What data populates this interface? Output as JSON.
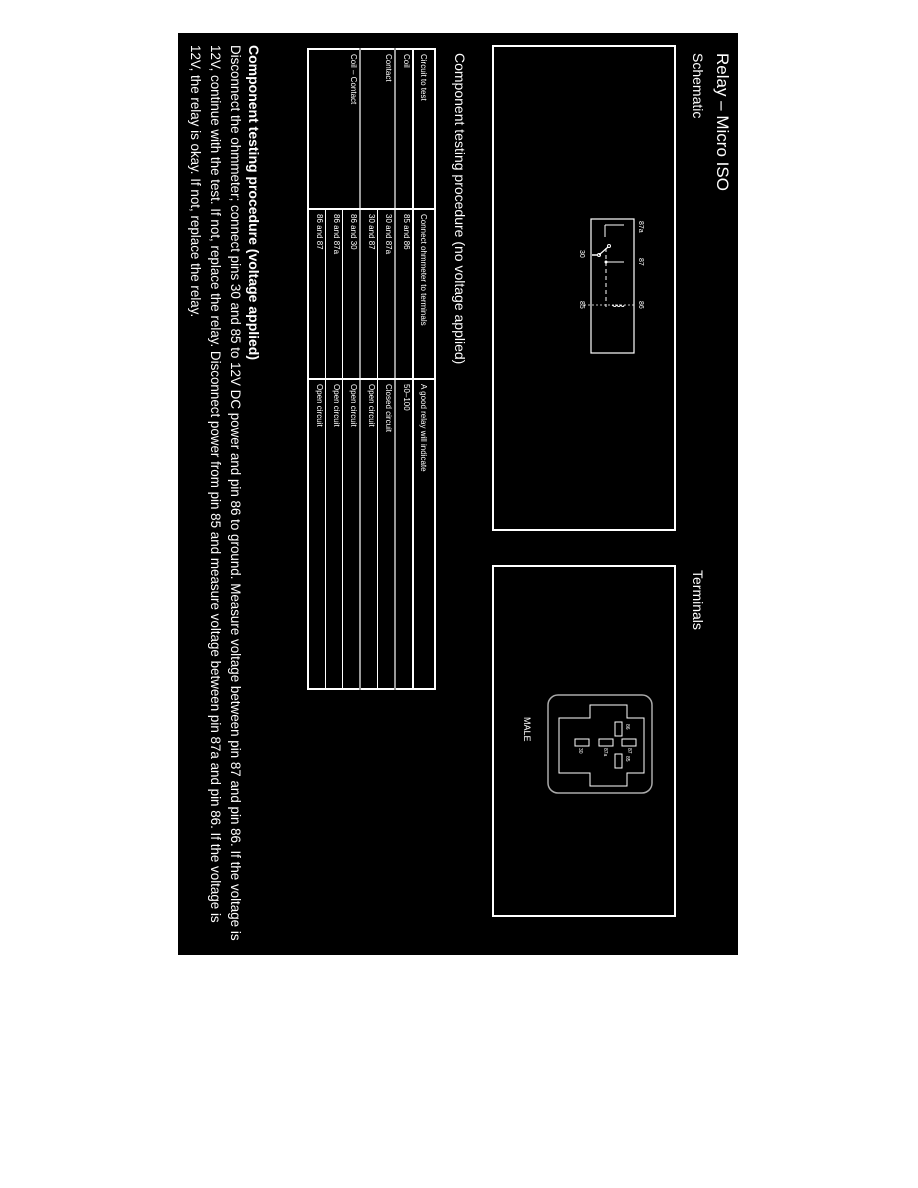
{
  "page": {
    "title": "Relay – Micro ISO",
    "orientation": "rotated 90° clockwise"
  },
  "schematic": {
    "label": "Schematic",
    "pins": {
      "p87a": "87a",
      "p87": "87",
      "p86": "86",
      "p30": "30",
      "p85": "85"
    }
  },
  "terminals": {
    "label": "Terminals",
    "connector_label": "MALE",
    "pins": {
      "p86": "86",
      "p85": "85",
      "p30": "30",
      "p87a": "87a",
      "p87": "87"
    }
  },
  "no_voltage_test": {
    "title": "Component testing procedure (no voltage applied)",
    "headers": [
      "Circuit to test",
      "Connect ohmmeter to terminals",
      "A good relay will indicate"
    ],
    "rows": [
      {
        "circuit": "Coil",
        "terminals": "85 and 86",
        "result": "50–100"
      },
      {
        "circuit": "Contact",
        "terminals": "30 and 87a",
        "result": "Closed circuit"
      },
      {
        "circuit": "",
        "terminals": "30 and 87",
        "result": "Open circuit"
      },
      {
        "circuit": "Coil – Contact",
        "terminals": "86 and 30",
        "result": "Open circuit"
      },
      {
        "circuit": "",
        "terminals": "86 and 87a",
        "result": "Open circuit"
      },
      {
        "circuit": "",
        "terminals": "86 and 87",
        "result": "Open circuit"
      }
    ]
  },
  "voltage_test": {
    "heading": "Component testing procedure (voltage applied)",
    "body": "Disconnect the ohmmeter; connect pins 30 and 85 to 12V DC power and pin 86 to ground. Measure voltage between pin 87 and pin 86. If the voltage is 12V, continue with the test. If not, replace the relay. Disconnect power from pin 85 and measure voltage between pin 87a and pin 86. If the voltage is 12V, the relay is okay. If not, replace the relay."
  }
}
